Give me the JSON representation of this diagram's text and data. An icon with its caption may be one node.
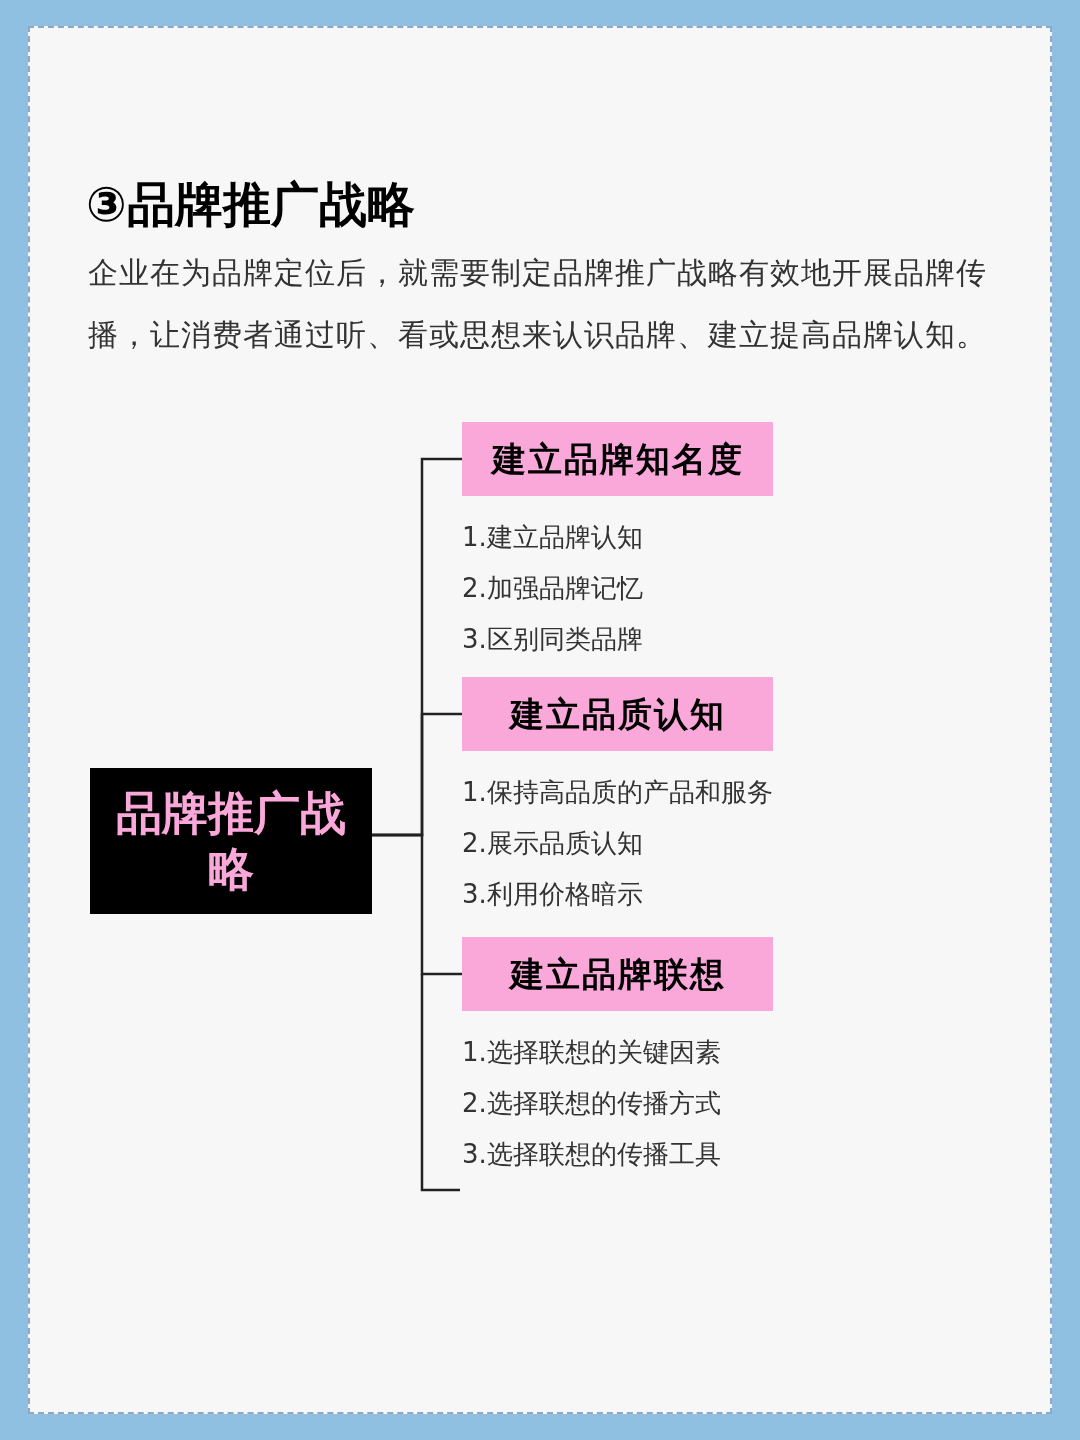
{
  "diagram": {
    "title": "③品牌推广战略",
    "nodes": [
      {
        "text": [
          "品牌推广战略"
        ]
      },
      {
        "text": [
          "建立品牌知名度"
        ],
        "beside": [
          "1.建立品牌认知",
          "2.加强品牌记忆",
          "3.区别同类品牌"
        ]
      },
      {
        "text": [
          "建立品质认知"
        ],
        "beside": [
          "1.保持高品质的产品和服务",
          "2.展示品质认知",
          "3.利用价格暗示"
        ]
      },
      {
        "text": [
          "建立品牌联想"
        ],
        "beside": [
          "1.选择联想的关键因素",
          "2.选择联想的传播方式",
          "3.选择联想的传播工具"
        ]
      }
    ],
    "edges": [
      {
        "from": 0,
        "to": 1,
        "arrow": "none"
      },
      {
        "from": 0,
        "to": 2,
        "arrow": "none"
      },
      {
        "from": 0,
        "to": 3,
        "arrow": "none"
      }
    ],
    "labels": [
      "企业在为品牌定位后，就需要制定品牌推广战略有效地开展品牌传播，让消费者通过听、看或思想来认识品牌、建立提高品牌认知。"
    ]
  }
}
